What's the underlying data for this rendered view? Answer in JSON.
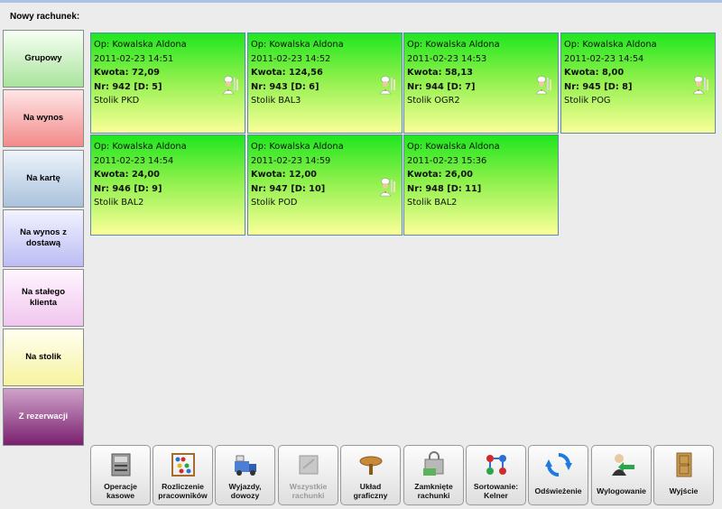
{
  "header": {
    "new_bill_label": "Nowy rachunek:"
  },
  "categories": [
    {
      "lines": [
        "Grupowy"
      ]
    },
    {
      "lines": [
        "Na wynos"
      ]
    },
    {
      "lines": [
        "Na kartę"
      ]
    },
    {
      "lines": [
        "Na wynos z",
        "dostawą"
      ]
    },
    {
      "lines": [
        "Na stałego klienta"
      ]
    },
    {
      "lines": [
        "Na stolik"
      ]
    },
    {
      "lines": [
        "Z rezerwacji"
      ]
    }
  ],
  "bills": [
    {
      "operator": "Op: Kowalska Aldona",
      "datetime": "2011-02-23 14:51",
      "amount": "Kwota: 72,09",
      "number": "Nr: 942 [D: 5]",
      "table": "Stolik PKD",
      "icon": "chef-icon"
    },
    {
      "operator": "Op: Kowalska Aldona",
      "datetime": "2011-02-23 14:52",
      "amount": "Kwota: 124,56",
      "number": "Nr: 943 [D: 6]",
      "table": "Stolik BAL3",
      "icon": "chef-icon"
    },
    {
      "operator": "Op: Kowalska Aldona",
      "datetime": "2011-02-23 14:53",
      "amount": "Kwota: 58,13",
      "number": "Nr: 944 [D: 7]",
      "table": "Stolik OGR2",
      "icon": "chef-icon"
    },
    {
      "operator": "Op: Kowalska Aldona",
      "datetime": "2011-02-23 14:54",
      "amount": "Kwota: 8,00",
      "number": "Nr: 945 [D: 8]",
      "table": "Stolik POG",
      "icon": "chef-icon"
    },
    {
      "operator": "Op: Kowalska Aldona",
      "datetime": "2011-02-23 14:54",
      "amount": "Kwota: 24,00",
      "number": "Nr: 946 [D: 9]",
      "table": "Stolik BAL2",
      "icon": ""
    },
    {
      "operator": "Op: Kowalska Aldona",
      "datetime": "2011-02-23 14:59",
      "amount": "Kwota: 12,00",
      "number": "Nr: 947 [D: 10]",
      "table": "Stolik POD",
      "icon": "chef-icon"
    },
    {
      "operator": "Op: Kowalska Aldona",
      "datetime": "2011-02-23 15:36",
      "amount": "Kwota: 26,00",
      "number": "Nr: 948 [D: 11]",
      "table": "Stolik BAL2",
      "icon": ""
    }
  ],
  "toolbar": [
    {
      "lines": [
        "Operacje",
        "kasowe"
      ],
      "icon": "cash-register-icon",
      "enabled": true
    },
    {
      "lines": [
        "Rozliczenie",
        "pracowników"
      ],
      "icon": "abacus-icon",
      "enabled": true
    },
    {
      "lines": [
        "Wyjazdy,",
        "dowozy"
      ],
      "icon": "delivery-truck-icon",
      "enabled": true
    },
    {
      "lines": [
        "Wszystkie",
        "rachunki"
      ],
      "icon": "bills-icon",
      "enabled": false
    },
    {
      "lines": [
        "Układ",
        "graficzny"
      ],
      "icon": "table-layout-icon",
      "enabled": true
    },
    {
      "lines": [
        "Zamknięte",
        "rachunki"
      ],
      "icon": "closed-bills-icon",
      "enabled": true
    },
    {
      "lines": [
        "Sortowanie:",
        "Kelner"
      ],
      "icon": "sort-icon",
      "enabled": true
    },
    {
      "lines": [
        "Odświeżenie"
      ],
      "icon": "refresh-icon",
      "enabled": true
    },
    {
      "lines": [
        "Wylogowanie"
      ],
      "icon": "logout-icon",
      "enabled": true
    },
    {
      "lines": [
        "Wyjście"
      ],
      "icon": "exit-door-icon",
      "enabled": true
    }
  ]
}
